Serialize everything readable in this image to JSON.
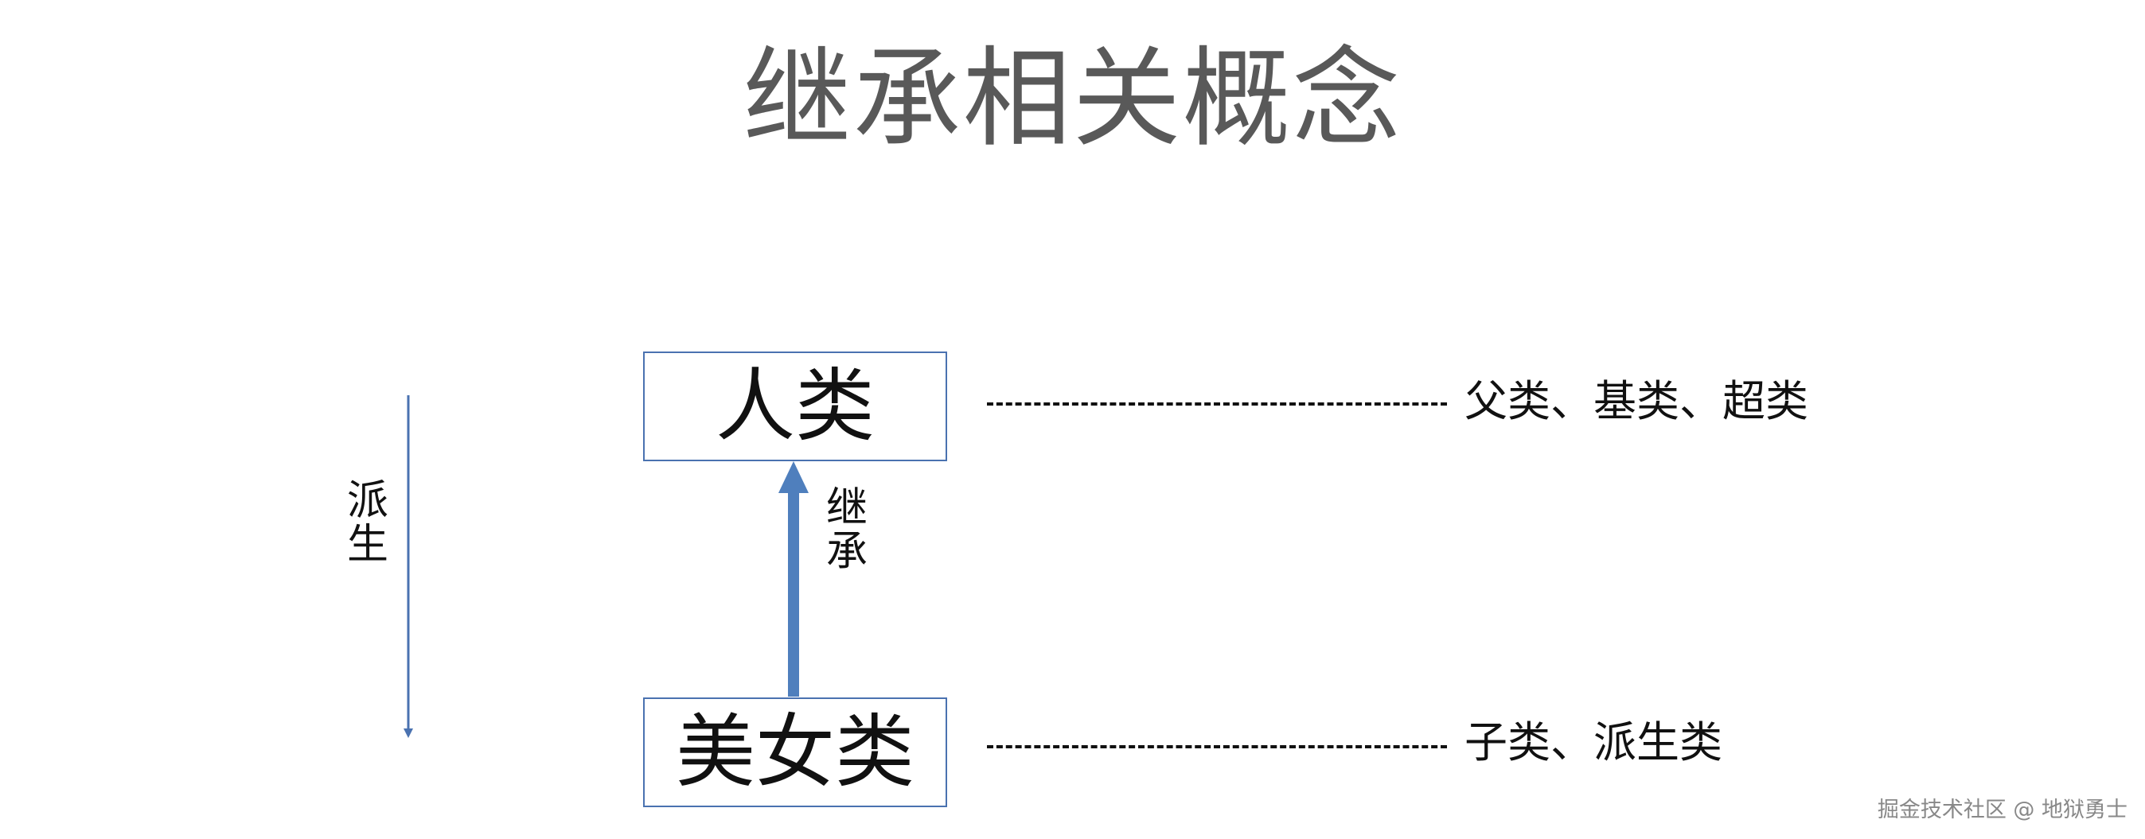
{
  "title": "继承相关概念",
  "classes": {
    "parent": "人类",
    "child": "美女类"
  },
  "terms": {
    "parent": "父类、基类、超类",
    "child": "子类、派生类"
  },
  "relations": {
    "inherit_label": [
      "继",
      "承"
    ],
    "derive_label": [
      "派",
      "生"
    ]
  },
  "colors": {
    "title": "#595959",
    "box_border": "#4a72b0",
    "inherit_arrow": "#4f7fbd",
    "derive_arrow": "#4a72b0"
  },
  "watermark": "掘金技术社区 @ 地狱勇士"
}
